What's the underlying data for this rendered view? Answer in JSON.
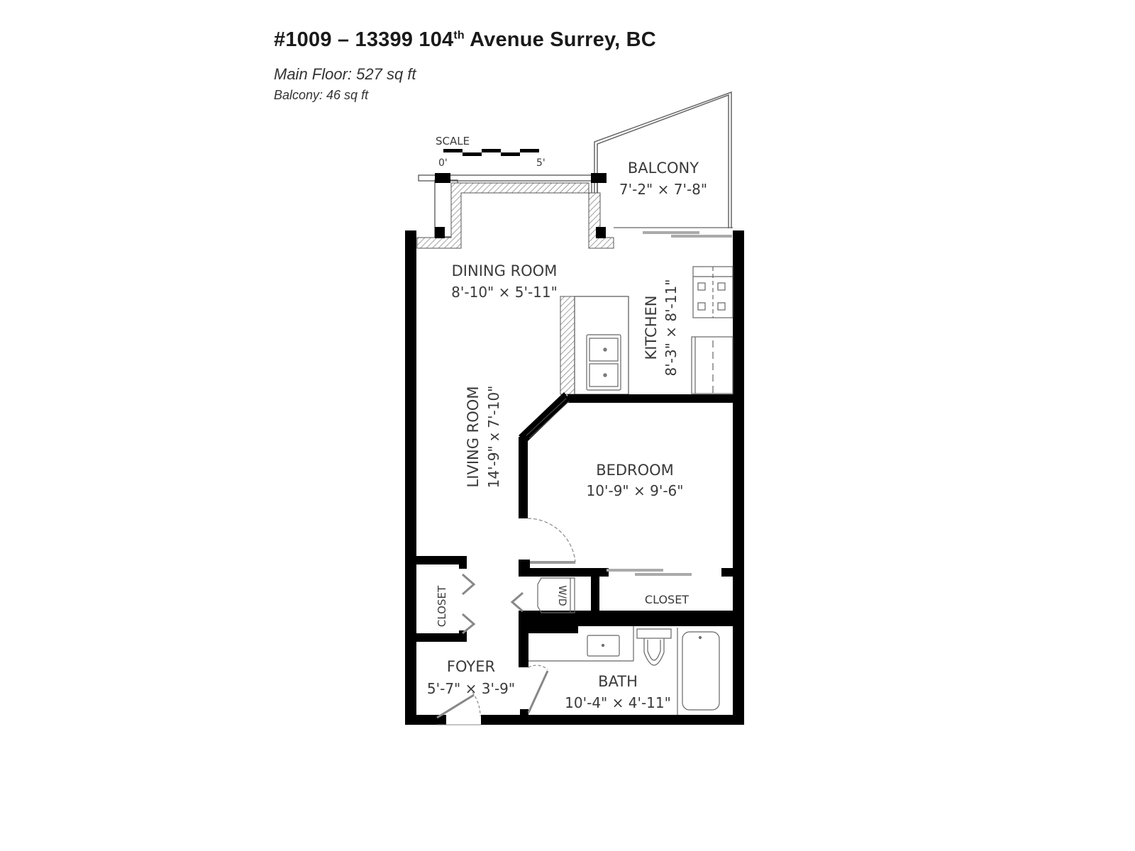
{
  "header": {
    "title_prefix": "#1009 – 13399 104",
    "title_sup": "th",
    "title_suffix": " Avenue Surrey, BC",
    "main_floor": "Main Floor: 527 sq ft",
    "balcony": "Balcony: 46 sq ft"
  },
  "scale": {
    "label": "SCALE",
    "start": "0'",
    "end": "5'"
  },
  "rooms": {
    "balcony": {
      "name": "BALCONY",
      "dims": "7'-2\"  ×  7'-8\""
    },
    "dining": {
      "name": "DINING ROOM",
      "dims": "8'-10\" ×  5'-11\""
    },
    "kitchen": {
      "name": "KITCHEN",
      "dims": "8'-3\" × 8'-11\""
    },
    "living": {
      "name": "LIVING ROOM",
      "dims": "14'-9\" x 7'-10\""
    },
    "bedroom": {
      "name": "BEDROOM",
      "dims": "10'-9\" ×  9'-6\""
    },
    "closet_left": {
      "name": "CLOSET"
    },
    "closet_right": {
      "name": "CLOSET"
    },
    "wd": {
      "name": "W/D"
    },
    "foyer": {
      "name": "FOYER",
      "dims": "5'-7\"  ×  3'-9\""
    },
    "bath": {
      "name": "BATH",
      "dims": "10'-4\" ×  4'-11\""
    }
  },
  "colors": {
    "wall": "#000000",
    "line": "#555555",
    "text": "#3a3a3a"
  }
}
